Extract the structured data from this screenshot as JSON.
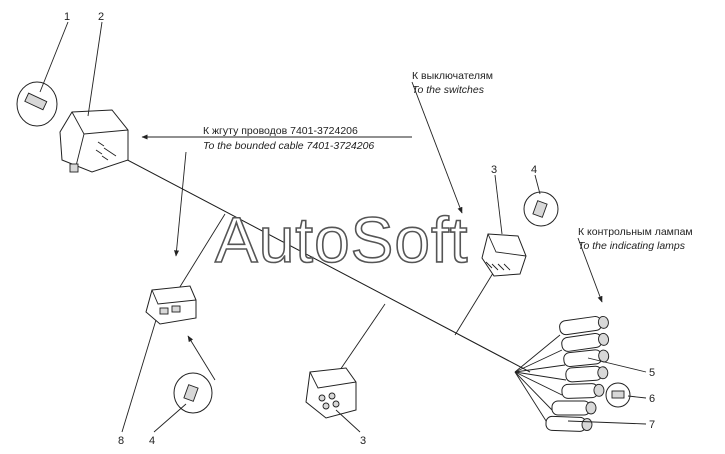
{
  "callouts": {
    "n1": "1",
    "n2": "2",
    "n3a": "3",
    "n4a": "4",
    "n5": "5",
    "n6": "6",
    "n7": "7",
    "n8": "8",
    "n4b": "4",
    "n3b": "3"
  },
  "annotations": {
    "harness_ru": "К жгуту проводов 7401-3724206",
    "harness_en": "To the bounded cable 7401-3724206",
    "switches_ru": "К выключателям",
    "switches_en": "To the switches",
    "lamps_ru": "К контрольным лампам",
    "lamps_en": "To the indicating lamps"
  },
  "watermark": "AutoSoft"
}
